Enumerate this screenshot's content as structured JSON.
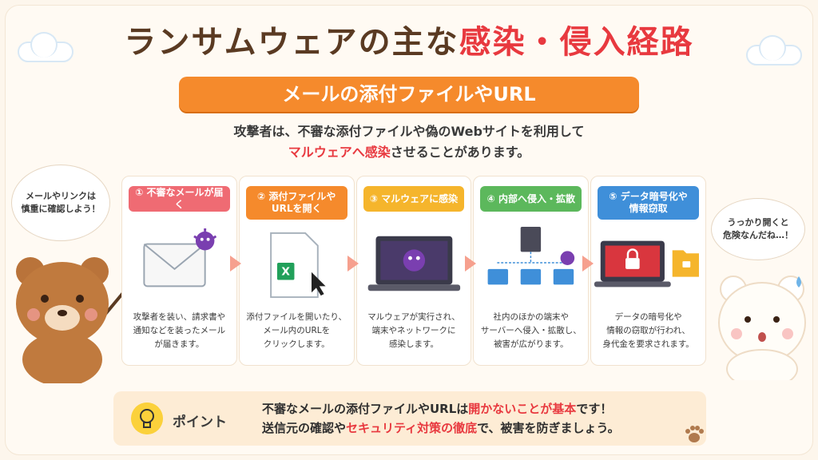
{
  "title": {
    "main": "ランサムウェアの主な",
    "accent": "感染・侵入経路"
  },
  "subtitle": "メールの添付ファイルやURL",
  "intro": {
    "line1": "攻撃者は、不審な添付ファイルや偽のWebサイトを利用して",
    "line2_red": "マルウェアへ感染",
    "line2_rest": "させることがあります。"
  },
  "steps": [
    {
      "label": "① 不審なメールが届く",
      "color": "#ef6b73",
      "desc_lines": [
        "攻撃者を装い、請求書や",
        "通知などを装ったメール",
        "が届きます。"
      ]
    },
    {
      "label_lines": [
        "② 添付ファイルや",
        "URLを開く"
      ],
      "color": "#f58a2c",
      "desc_lines": [
        "添付ファイルを開いたり、",
        "メール内のURLを",
        "クリックします。"
      ]
    },
    {
      "label": "③ マルウェアに感染",
      "color": "#f5b52c",
      "desc_lines": [
        "マルウェアが実行され、",
        "端末やネットワークに",
        "感染します。"
      ]
    },
    {
      "label": "④ 内部へ侵入・拡散",
      "color": "#5cb85c",
      "desc_lines": [
        "社内のほかの端末や",
        "サーバーへ侵入・拡散し、",
        "被害が広がります。"
      ]
    },
    {
      "label_lines": [
        "⑤ データ暗号化や",
        "情報窃取"
      ],
      "color": "#3f8fd9",
      "desc_lines": [
        "データの暗号化や",
        "情報の窃取が行われ、",
        "身代金を要求されます。"
      ]
    }
  ],
  "bubble_left": [
    "メールやリンクは",
    "慎重に確認しよう！"
  ],
  "bubble_right": [
    "うっかり開くと",
    "危険なんだね…！"
  ],
  "point": {
    "label": "ポイント",
    "line1_a": "不審なメールの添付ファイルやURLは",
    "line1_red": "開かないことが基本",
    "line1_b": "です！",
    "line2_a": "送信元の確認や",
    "line2_red": "セキュリティ対策の徹底",
    "line2_b": "で、被害を防ぎましょう。"
  },
  "icons": [
    "envelope-icon",
    "virus-icon",
    "excel-file-icon",
    "cursor-icon",
    "laptop-icon",
    "server-icon",
    "monitor-icon",
    "lock-icon",
    "folder-lock-icon",
    "lightbulb-icon",
    "paw-icon"
  ]
}
